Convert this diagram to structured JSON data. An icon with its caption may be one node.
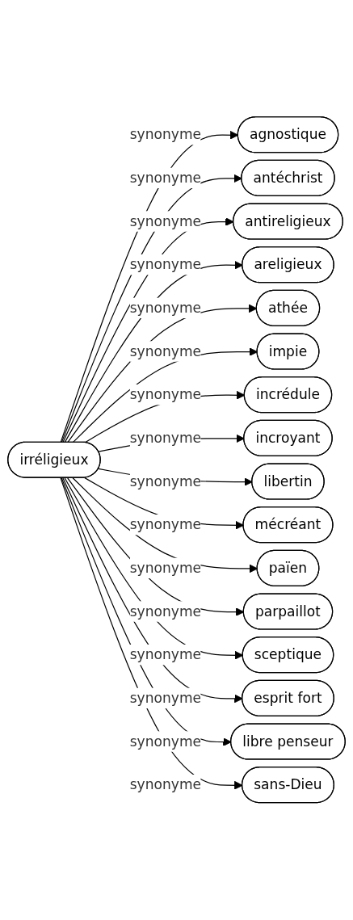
{
  "diagram": {
    "nodes": [
      {
        "text": [
          "irréligieux"
        ]
      },
      {
        "text": [
          "agnostique"
        ]
      },
      {
        "text": [
          "antéchrist"
        ]
      },
      {
        "text": [
          "antireligieux"
        ]
      },
      {
        "text": [
          "areligieux"
        ]
      },
      {
        "text": [
          "athée"
        ]
      },
      {
        "text": [
          "impie"
        ]
      },
      {
        "text": [
          "incrédule"
        ]
      },
      {
        "text": [
          "incroyant"
        ]
      },
      {
        "text": [
          "libertin"
        ]
      },
      {
        "text": [
          "mécréant"
        ]
      },
      {
        "text": [
          "païen"
        ]
      },
      {
        "text": [
          "parpaillot"
        ]
      },
      {
        "text": [
          "sceptique"
        ]
      },
      {
        "text": [
          "esprit fort"
        ]
      },
      {
        "text": [
          "libre penseur"
        ]
      },
      {
        "text": [
          "sans-Dieu"
        ]
      }
    ],
    "edges": [
      {
        "from": 0,
        "to": 1,
        "arrow": "to",
        "label": "synonyme"
      },
      {
        "from": 0,
        "to": 2,
        "arrow": "to",
        "label": "synonyme"
      },
      {
        "from": 0,
        "to": 3,
        "arrow": "to",
        "label": "synonyme"
      },
      {
        "from": 0,
        "to": 4,
        "arrow": "to",
        "label": "synonyme"
      },
      {
        "from": 0,
        "to": 5,
        "arrow": "to",
        "label": "synonyme"
      },
      {
        "from": 0,
        "to": 6,
        "arrow": "to",
        "label": "synonyme"
      },
      {
        "from": 0,
        "to": 7,
        "arrow": "to",
        "label": "synonyme"
      },
      {
        "from": 0,
        "to": 8,
        "arrow": "to",
        "label": "synonyme"
      },
      {
        "from": 0,
        "to": 9,
        "arrow": "to",
        "label": "synonyme"
      },
      {
        "from": 0,
        "to": 10,
        "arrow": "to",
        "label": "synonyme"
      },
      {
        "from": 0,
        "to": 11,
        "arrow": "to",
        "label": "synonyme"
      },
      {
        "from": 0,
        "to": 12,
        "arrow": "to",
        "label": "synonyme"
      },
      {
        "from": 0,
        "to": 13,
        "arrow": "to",
        "label": "synonyme"
      },
      {
        "from": 0,
        "to": 14,
        "arrow": "to",
        "label": "synonyme"
      },
      {
        "from": 0,
        "to": 15,
        "arrow": "to",
        "label": "synonyme"
      },
      {
        "from": 0,
        "to": 16,
        "arrow": "to",
        "label": "synonyme"
      }
    ]
  }
}
